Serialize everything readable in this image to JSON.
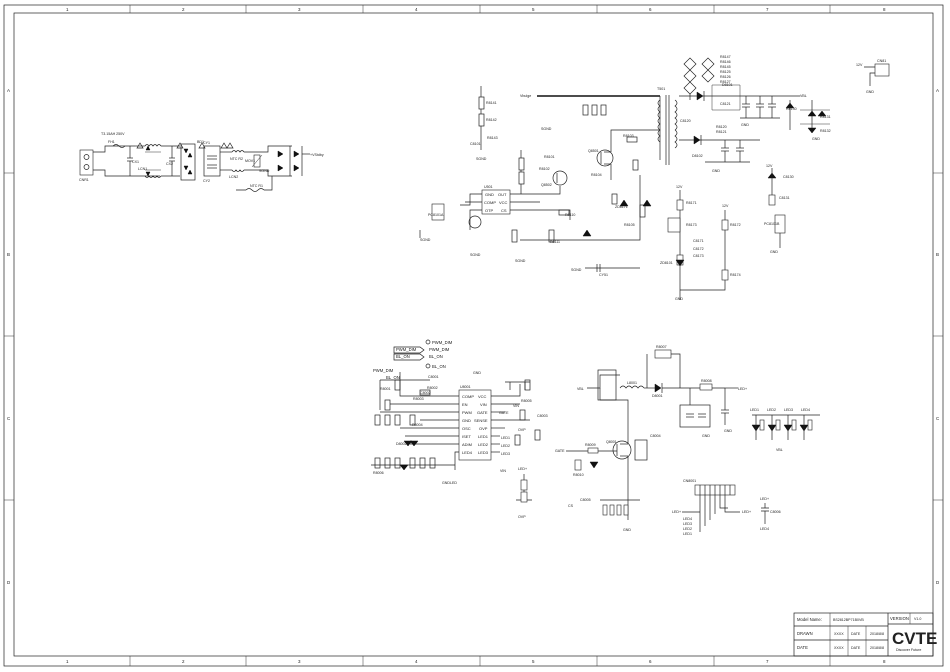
{
  "border": {
    "columns": [
      "1",
      "2",
      "3",
      "4",
      "5",
      "6",
      "7",
      "8"
    ],
    "rows": [
      "A",
      "B",
      "C",
      "D"
    ]
  },
  "title_block": {
    "model_label": "Model Name:",
    "model_value": "BS2812BP71B0VB",
    "version_label": "VERSION",
    "version_value": "V1.0",
    "drawn_label": "DRAWN",
    "drawn_value": "XXXX",
    "drawn_date_label": "DATE",
    "drawn_date_value": "2018/8/8",
    "date_label": "DATE",
    "date_value": "XXXX",
    "checked_date_label": "DATE",
    "checked_date_value": "2018/8/8",
    "logo": "CVTE",
    "tagline": "Discover Future"
  },
  "input_section": {
    "connector": "CNR1",
    "fuse": "FH1",
    "fuse_rating": "T3.15AH 250V",
    "bridge": "BD1",
    "choke1": "LCN1",
    "choke2": "LCN2",
    "ntc": "NTC R1",
    "ntc2": "NTC R2",
    "varistor": "MOV1",
    "caps": [
      "CX1",
      "CX2",
      "CY1",
      "CY2"
    ],
    "out_label": "+VStdby",
    "ground": "SGND"
  },
  "flyback": {
    "transformer": "T501",
    "controller": "U501",
    "pins": [
      "GND",
      "OUT",
      "COMP",
      "VCC",
      "OTP",
      "CS"
    ],
    "vin_label": "Vbulge",
    "vbl_label": "VBL",
    "resistor_stack": [
      "R8147",
      "R8146",
      "R8145",
      "R8125",
      "R8126",
      "R8127"
    ],
    "rail_12v": "12V",
    "rail_12v_b": "12V",
    "out_connector": "CN81",
    "out_connector_volt": "12V",
    "gnd": "GND",
    "sgnd": "SGND",
    "cap_label": "CY51",
    "q_main": "Q8501",
    "q_aux": "Q8502",
    "optos": [
      "PC8101A",
      "PC8101B"
    ],
    "tl431": "ZD8101",
    "labels": [
      "R8141",
      "R8142",
      "R8143",
      "C8101",
      "R8101",
      "R8102",
      "R8103",
      "R8104",
      "R8105",
      "D8101",
      "D8102",
      "R8120",
      "R8121",
      "C8120",
      "C8121",
      "R8110",
      "R8111",
      "R8130",
      "R8131",
      "R8132",
      "C8130",
      "C8131",
      "R8171",
      "R8172",
      "R8173",
      "R8174",
      "C8171",
      "C8172",
      "C8173",
      "ZD8171"
    ]
  },
  "led_driver": {
    "ic": "U8001",
    "ic_pins_left": [
      "COMP",
      "EN",
      "PWM",
      "GND",
      "OSC",
      "ISET",
      "ADIM",
      "LED4"
    ],
    "ic_pins_right": [
      "VCC",
      "VIN",
      "GATE",
      "SENSE",
      "OVP",
      "LED1",
      "LED2",
      "LED3"
    ],
    "pwm_dim": "PWM_DIM",
    "bl_on": "BL_ON",
    "pwm_dim_label": "PWM_DIM",
    "bl_on_label": "BL_ON",
    "pwm_dim_in": "PWM_DIM",
    "bl_on_in": "BL_ON",
    "gate": "GATE",
    "ovp": "OVP",
    "led_plus": "LED+",
    "led_outputs": [
      "LED1",
      "LED2",
      "LED3",
      "LED4"
    ],
    "led_strings": [
      "LED1",
      "LED2",
      "LED3",
      "LED4"
    ],
    "gndled": "GNDLED",
    "vbl": "VBL",
    "inductor": "L8001",
    "diode": "D8001",
    "mosfet": "Q8001",
    "led_connector": "CN8001",
    "connector_pins": [
      "LED+",
      "LED4",
      "LED3",
      "LED2",
      "LED1",
      "LED+"
    ],
    "bottom_labels": [
      "LED+",
      "LED4"
    ],
    "parts": [
      "R8001",
      "R8002",
      "R8003",
      "R8004",
      "R8005",
      "R8006",
      "R8007",
      "R8008",
      "R8009",
      "R8010",
      "C8001",
      "C8002",
      "C8003",
      "C8004",
      "C8005",
      "C8006",
      "C8007",
      "C8008",
      "D8002",
      "ZD8001"
    ]
  }
}
